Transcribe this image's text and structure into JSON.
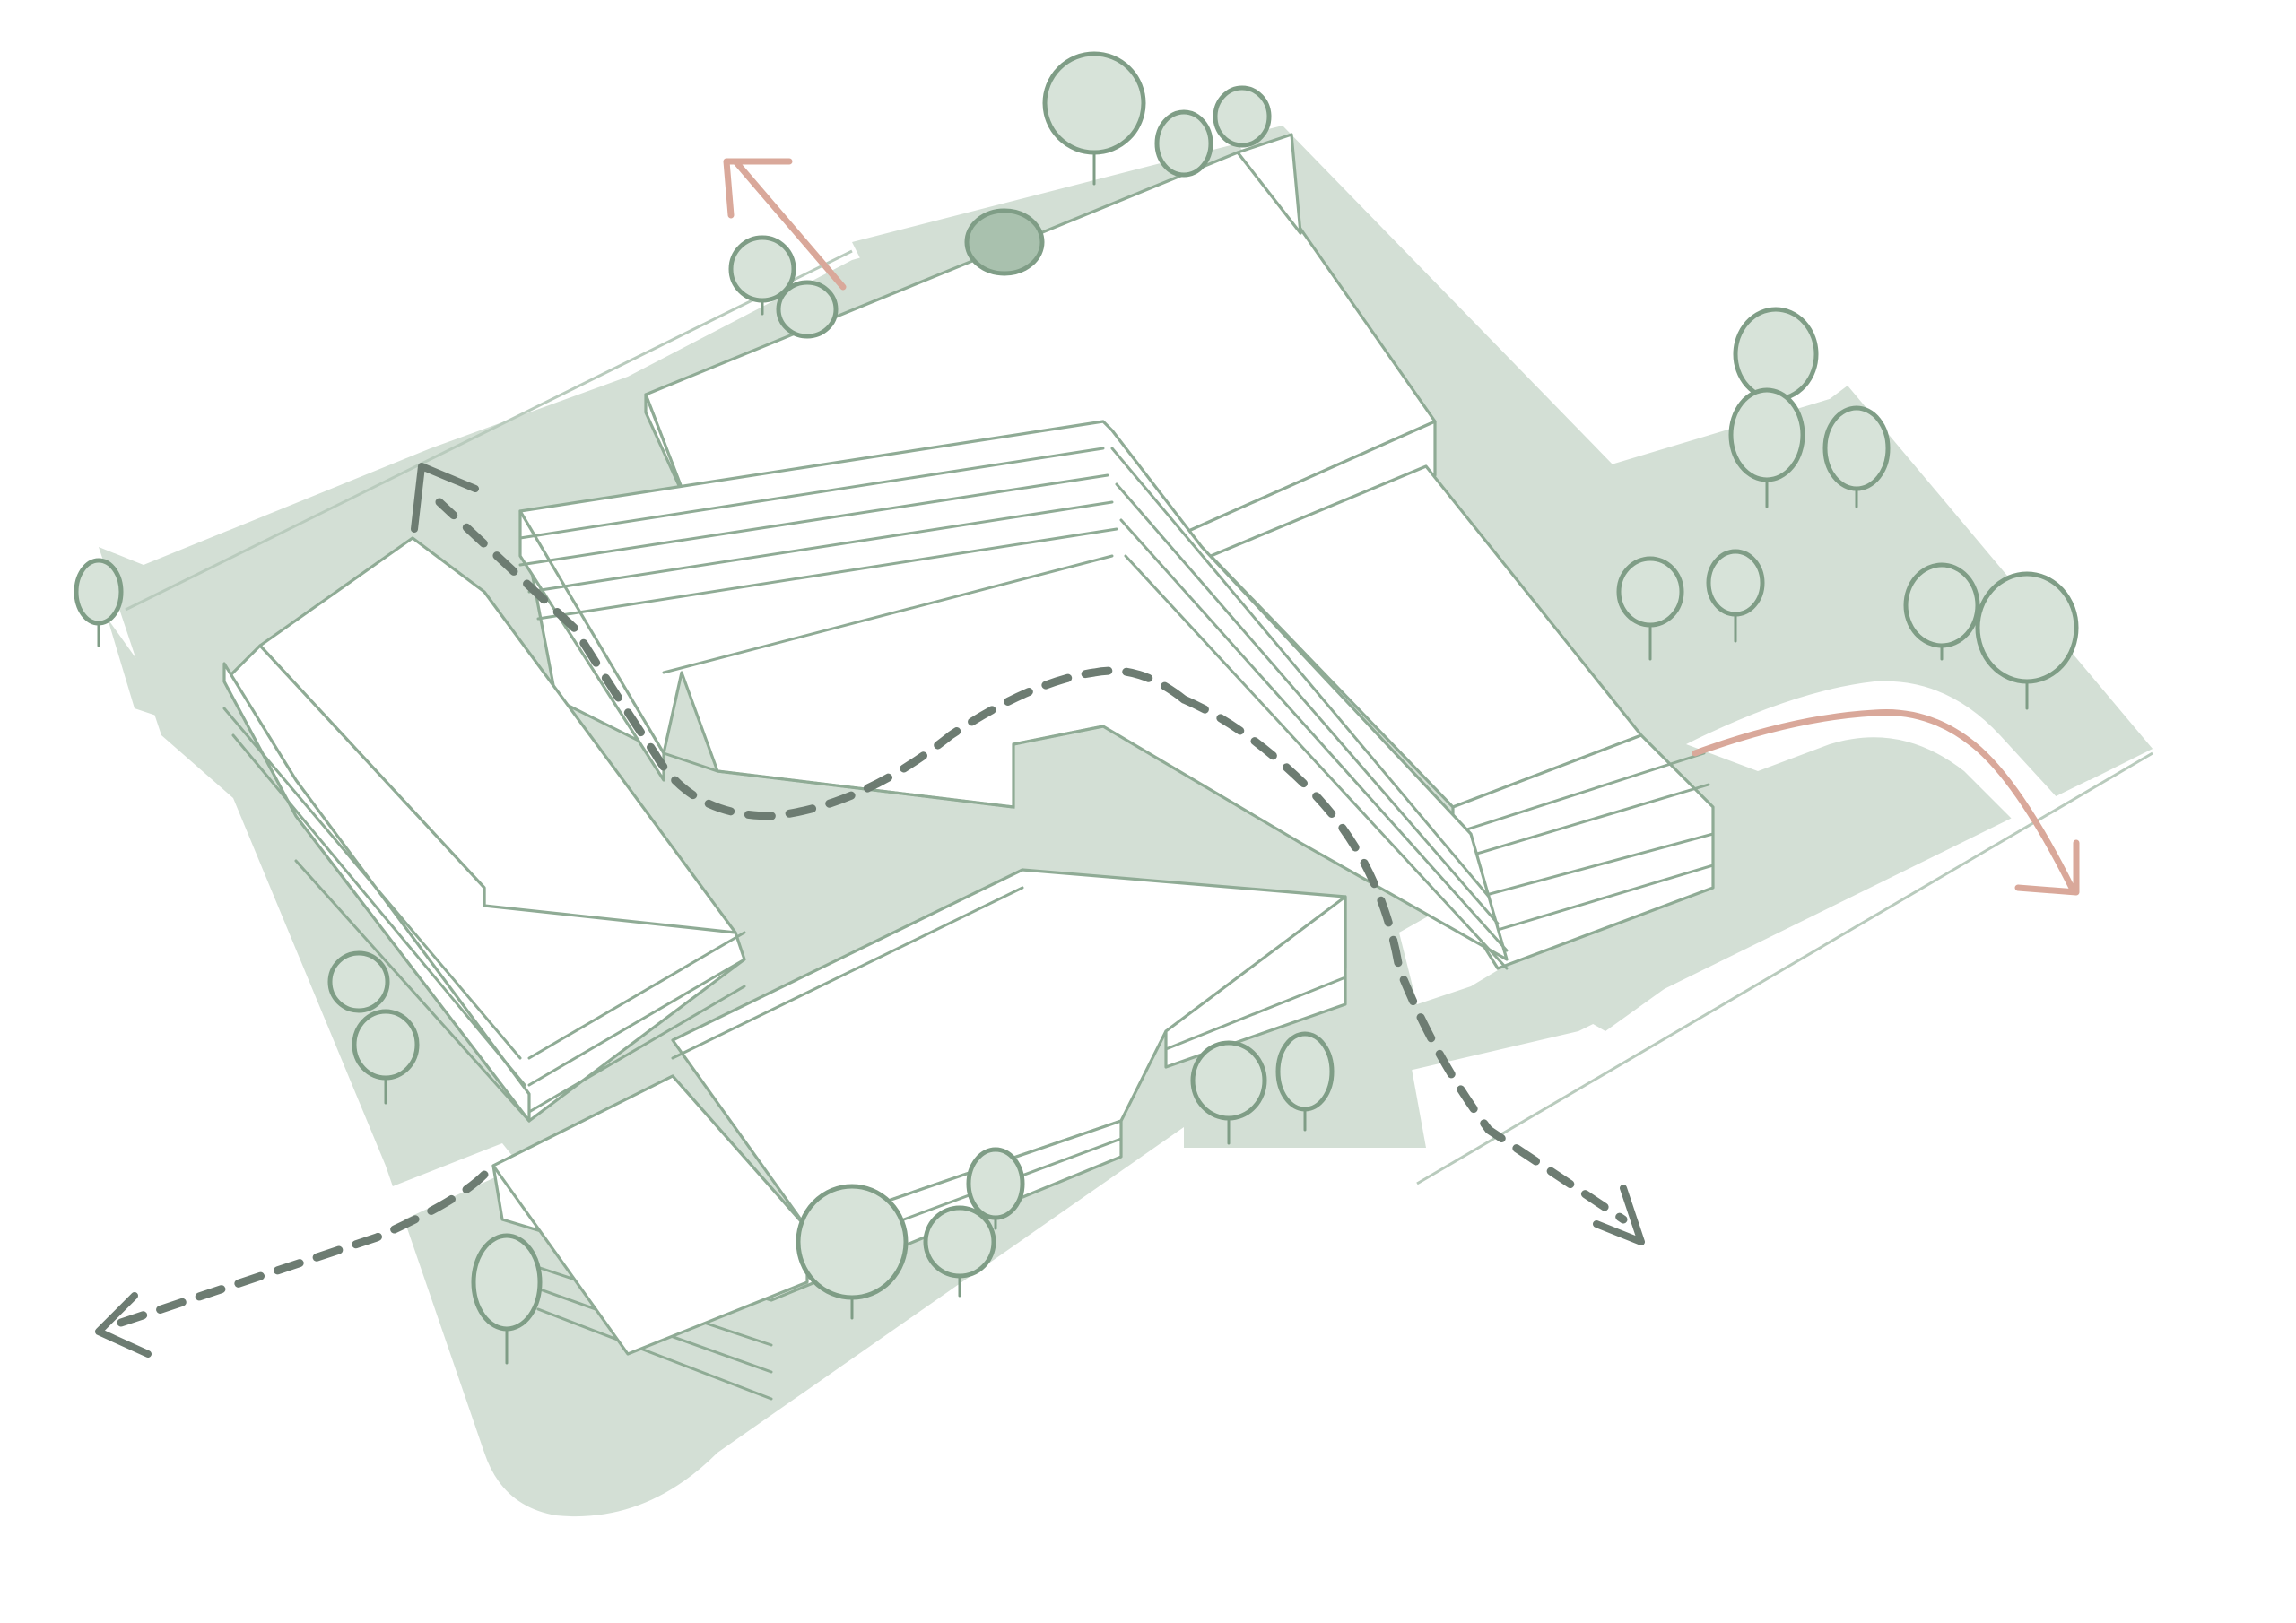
{
  "diagram": {
    "type": "isometric-site-diagram",
    "colors": {
      "ground": "#d3dfd5",
      "building_fill": "#ffffff",
      "building_outline": "#8fab95",
      "pedestrian_path": "#6d7c72",
      "vehicle_path": "#d9a89a",
      "tree_outline": "#7f9d86"
    },
    "elements": {
      "buildings": [
        "north-block",
        "east-block",
        "central-u-block",
        "west-block",
        "south-block"
      ],
      "trees": 21,
      "paths": [
        "pedestrian-path-north",
        "pedestrian-path-southwest",
        "pedestrian-path-southeast",
        "vehicle-access-north",
        "vehicle-access-east"
      ]
    }
  }
}
